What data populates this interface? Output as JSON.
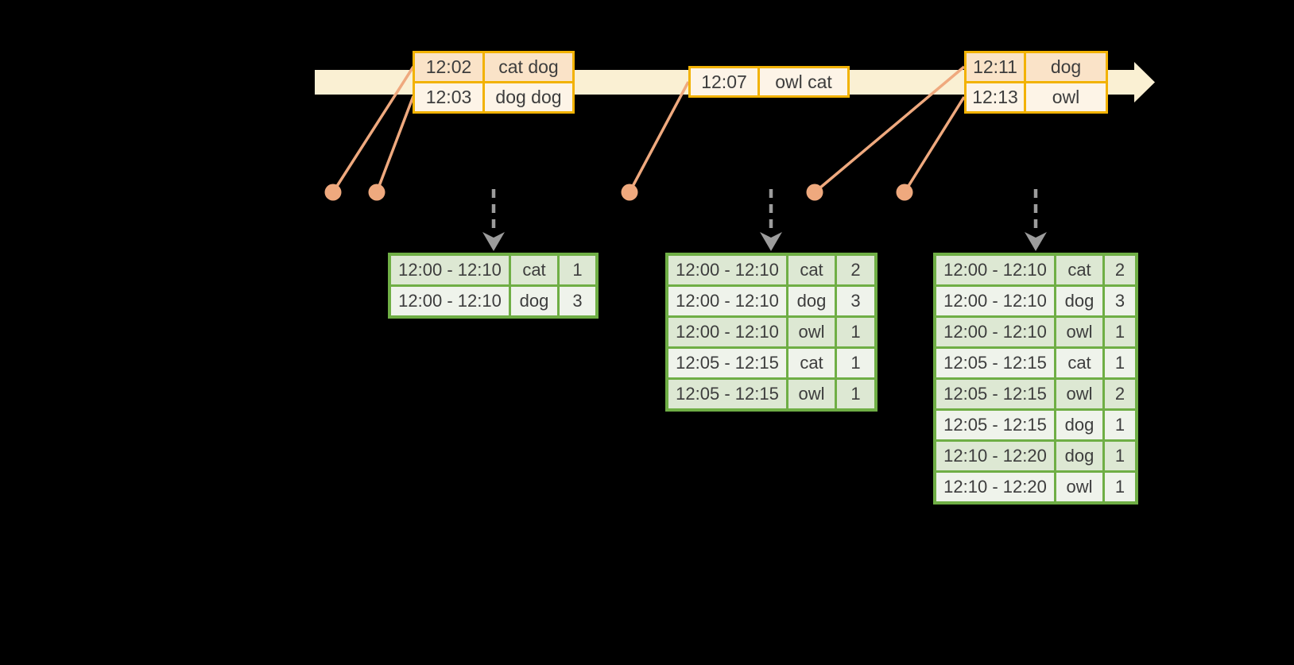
{
  "colors": {
    "background": "#000000",
    "timeline_band": "#FAF0D3",
    "event_table_border": "#F2B203",
    "event_row_dark": "#FAE3C8",
    "event_row_light": "#FDF4E7",
    "event_marker": "#EFA97E",
    "trigger_arrow": "#9C9C9C",
    "result_table_border": "#6FAE45",
    "result_row_dark": "#DDE8D3",
    "result_row_light": "#EFF3EB",
    "table_text": "#3D3D3D"
  },
  "event_tables": [
    {
      "rows": [
        {
          "time": "12:02",
          "words": "cat dog",
          "shade": "dark"
        },
        {
          "time": "12:03",
          "words": "dog dog",
          "shade": "light"
        }
      ]
    },
    {
      "rows": [
        {
          "time": "12:07",
          "words": "owl cat",
          "shade": "light"
        }
      ]
    },
    {
      "rows": [
        {
          "time": "12:11",
          "words": "dog",
          "shade": "dark"
        },
        {
          "time": "12:13",
          "words": "owl",
          "shade": "light"
        }
      ]
    }
  ],
  "result_tables": [
    {
      "rows": [
        {
          "window": "12:00 - 12:10",
          "word": "cat",
          "count": "1"
        },
        {
          "window": "12:00 - 12:10",
          "word": "dog",
          "count": "3"
        }
      ]
    },
    {
      "rows": [
        {
          "window": "12:00 - 12:10",
          "word": "cat",
          "count": "2"
        },
        {
          "window": "12:00 - 12:10",
          "word": "dog",
          "count": "3"
        },
        {
          "window": "12:00 - 12:10",
          "word": "owl",
          "count": "1"
        },
        {
          "window": "12:05 - 12:15",
          "word": "cat",
          "count": "1"
        },
        {
          "window": "12:05 - 12:15",
          "word": "owl",
          "count": "1"
        }
      ]
    },
    {
      "rows": [
        {
          "window": "12:00 - 12:10",
          "word": "cat",
          "count": "2"
        },
        {
          "window": "12:00 - 12:10",
          "word": "dog",
          "count": "3"
        },
        {
          "window": "12:00 - 12:10",
          "word": "owl",
          "count": "1"
        },
        {
          "window": "12:05 - 12:15",
          "word": "cat",
          "count": "1"
        },
        {
          "window": "12:05 - 12:15",
          "word": "owl",
          "count": "2"
        },
        {
          "window": "12:05 - 12:15",
          "word": "dog",
          "count": "1"
        },
        {
          "window": "12:10 - 12:20",
          "word": "dog",
          "count": "1"
        },
        {
          "window": "12:10 - 12:20",
          "word": "owl",
          "count": "1"
        }
      ]
    }
  ]
}
